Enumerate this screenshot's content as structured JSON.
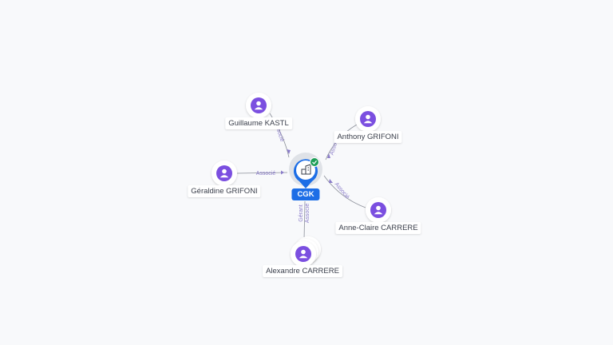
{
  "colors": {
    "person": "#7b4fe0",
    "company": "#1d6ee6",
    "verified": "#1e9e57",
    "edge": "#8b8f99",
    "edge_label": "#8a7cc9"
  },
  "company": {
    "name": "CGK",
    "icon": "building-icon",
    "badge_icon": "check-icon"
  },
  "persons": [
    {
      "id": "guillaume",
      "name": "Guillaume KASTL",
      "icon": "user-icon"
    },
    {
      "id": "anthony",
      "name": "Anthony GRIFONI",
      "icon": "user-icon"
    },
    {
      "id": "geraldine",
      "name": "Géraldine GRIFONI",
      "icon": "user-icon"
    },
    {
      "id": "anne",
      "name": "Anne-Claire CARRERE",
      "icon": "user-icon"
    },
    {
      "id": "alexandre",
      "name": "Alexandre CARRERE",
      "icon": "user-icon"
    }
  ],
  "edges": [
    {
      "from": "guillaume",
      "roles": [
        "Associé"
      ]
    },
    {
      "from": "anthony",
      "roles": [
        "Associé"
      ]
    },
    {
      "from": "geraldine",
      "roles": [
        "Associé"
      ]
    },
    {
      "from": "anne",
      "roles": [
        "Associé"
      ]
    },
    {
      "from": "alexandre",
      "roles": [
        "Gérant",
        "Associé"
      ]
    }
  ]
}
